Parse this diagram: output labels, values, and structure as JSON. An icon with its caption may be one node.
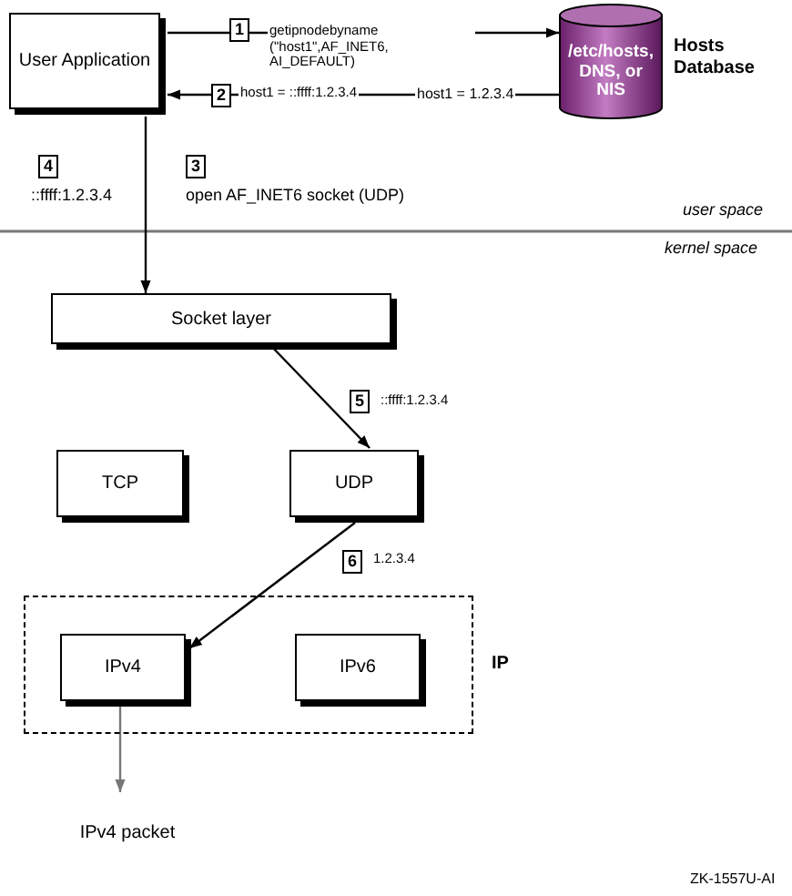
{
  "diagram": {
    "nodes": [
      {
        "text": [
          "User Application"
        ]
      },
      {
        "text": [
          "/etc/hosts, DNS, or NIS"
        ],
        "beside": [
          "Hosts Database"
        ]
      },
      {
        "text": [
          "Socket layer"
        ]
      },
      {
        "text": [
          "TCP"
        ]
      },
      {
        "text": [
          "UDP"
        ]
      },
      {
        "text": [
          "IP"
        ]
      },
      {
        "text": [
          "IPv4"
        ],
        "in": 5
      },
      {
        "text": [
          "IPv6"
        ],
        "in": 5
      },
      {
        "text": [
          "IPv4 packet"
        ]
      }
    ],
    "edges": [
      {
        "from": 0,
        "to": 1,
        "arrow": "to",
        "label": "getipnodebyname (\"host1\",AF_INET6, AI_DEFAULT)"
      },
      {
        "from": 1,
        "to": 0,
        "arrow": "to",
        "label": "host1 = ::ffff:1.2.3.4"
      },
      {
        "from": 0,
        "to": 2,
        "arrow": "to"
      },
      {
        "from": 2,
        "to": 4,
        "arrow": "to",
        "label": "::ffff:1.2.3.4"
      },
      {
        "from": 4,
        "to": 6,
        "arrow": "to",
        "label": "1.2.3.4"
      },
      {
        "from": 6,
        "to": 8,
        "arrow": "to",
        "color": "#777777"
      }
    ],
    "labels": [
      "1",
      "2",
      "host1 = 1.2.3.4",
      "4",
      "::ffff:1.2.3.4",
      "3",
      "open AF_INET6 socket (UDP)",
      "user space",
      "kernel space",
      "5",
      "6",
      "ZK-1557U-AI"
    ]
  }
}
